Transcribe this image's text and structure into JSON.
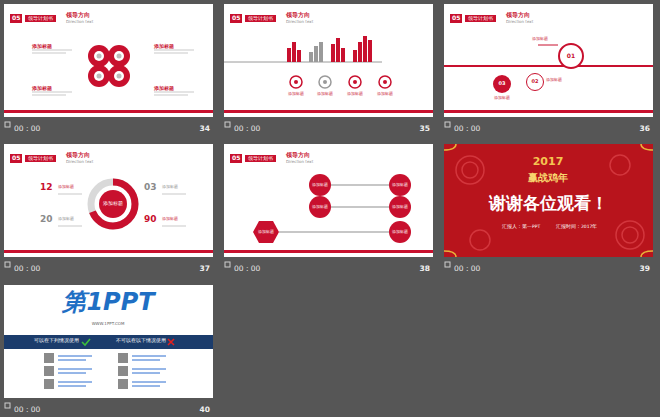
{
  "diagram": {
    "nodes": [
      {
        "text": [
          "05",
          "领导计划书",
          "领导方向",
          "Direction text"
        ]
      },
      {
        "text": [
          "05",
          "领导计划书",
          "领导方向",
          "Direction text"
        ]
      },
      {
        "text": [
          "05",
          "领导计划书",
          "领导方向",
          "Direction text"
        ]
      },
      {
        "text": [
          "01"
        ],
        "in": 2
      },
      {
        "text": [
          "02"
        ],
        "in": 2
      },
      {
        "text": [
          "03"
        ],
        "in": 2
      },
      {
        "text": [
          "05",
          "领导计划书",
          "领导方向",
          "Direction text"
        ]
      },
      {
        "text": [
          "添加标题"
        ],
        "in": 6
      },
      {
        "text": [
          "05",
          "领导计划书",
          "领导方向",
          "Direction text"
        ]
      },
      {
        "text": [
          "添加标题"
        ],
        "in": 8
      },
      {
        "text": [
          "添加标题"
        ],
        "in": 8
      },
      {
        "text": [
          "添加标题"
        ],
        "in": 8
      },
      {
        "text": [
          "添加标题"
        ],
        "in": 8
      },
      {
        "text": [
          "添加标题"
        ],
        "in": 8
      },
      {
        "text": [
          "添加标题"
        ],
        "in": 8
      },
      {
        "text": [
          "谢谢各位观看！"
        ]
      },
      {
        "text": [
          "第1PPT"
        ]
      }
    ],
    "edges": [
      {
        "from": 9,
        "to": 11,
        "arrow": "none"
      },
      {
        "from": 10,
        "to": 12,
        "arrow": "none"
      },
      {
        "from": 14,
        "to": 13,
        "arrow": "none"
      }
    ],
    "labels": [
      "00 : 00",
      "34",
      "00 : 00",
      "35",
      "00 : 00",
      "36",
      "00 : 00",
      "37",
      "00 : 00",
      "38",
      "00 : 00",
      "39",
      "00 : 00",
      "40",
      "添加标题",
      "添加标题",
      "添加标题",
      "添加标题",
      "添加标题",
      "添加标题",
      "添加标题",
      "添加标题",
      "添加标题",
      "添加标题",
      "添加标题",
      "12",
      "添加标题",
      "20",
      "添加标题",
      "03",
      "添加标题",
      "90",
      "添加标题",
      "2017",
      "赢战鸡年",
      "汇报人：第一PPT",
      "汇报时间：2017年",
      "WWW.1PPT.COM",
      "可以在下列情况使用",
      "不可以在以下情况使用"
    ]
  }
}
